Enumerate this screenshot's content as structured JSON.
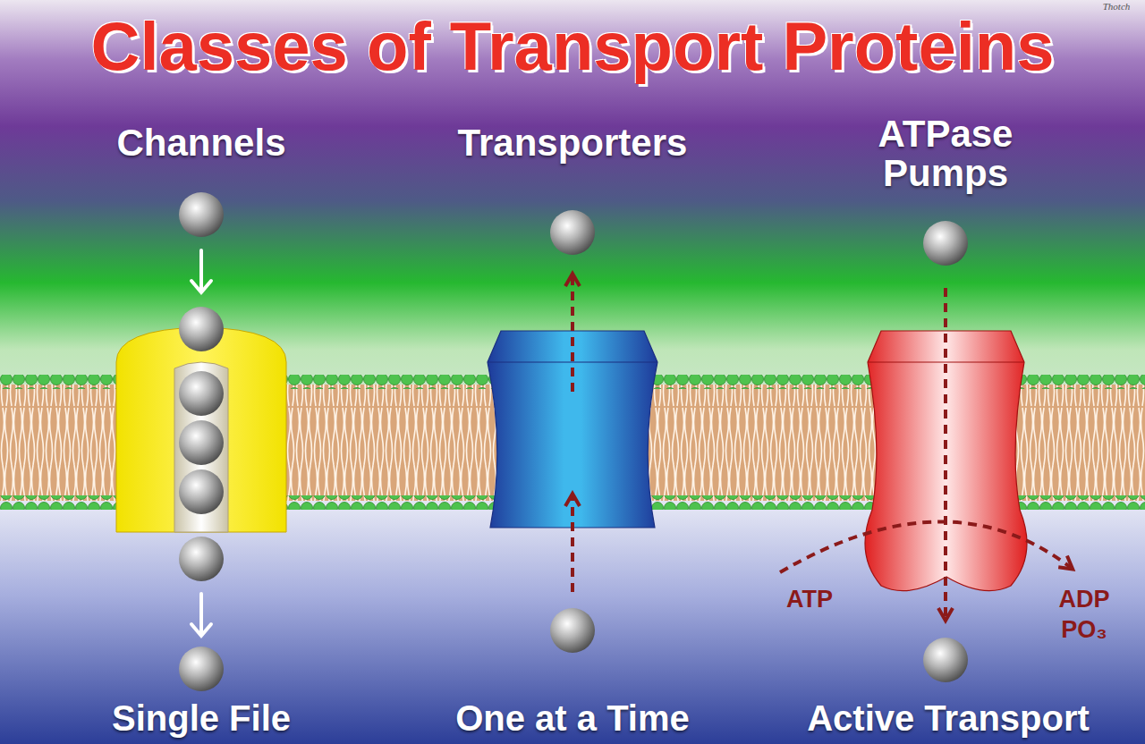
{
  "diagram": {
    "title": "Classes of Transport Proteins",
    "labels": [
      "Channels",
      "Transporters",
      "ATPase Pumps",
      "Single File",
      "One at a Time",
      "Active Transport",
      "ATP",
      "ADP PO₃",
      "Thotch"
    ]
  }
}
